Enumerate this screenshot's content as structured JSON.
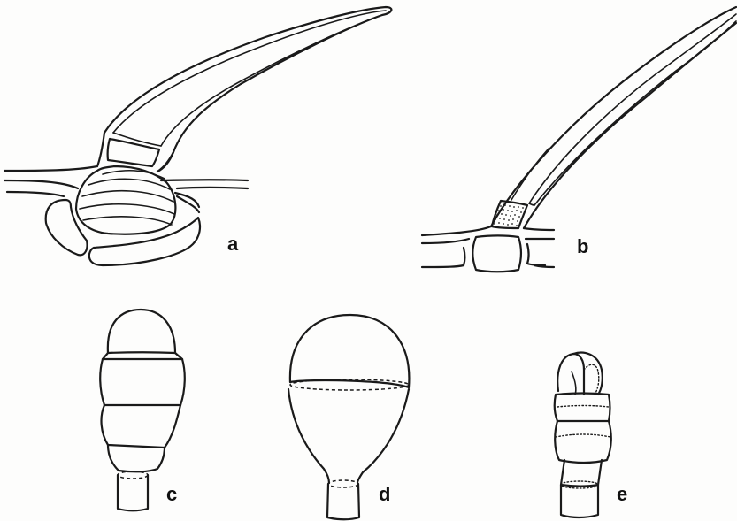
{
  "figure": {
    "panels": [
      {
        "id": "a",
        "label": "a"
      },
      {
        "id": "b",
        "label": "b"
      },
      {
        "id": "c",
        "label": "c"
      },
      {
        "id": "d",
        "label": "d"
      },
      {
        "id": "e",
        "label": "e"
      }
    ],
    "ink_color": "#1a1a1a",
    "background_color": "#fdfdfc"
  }
}
